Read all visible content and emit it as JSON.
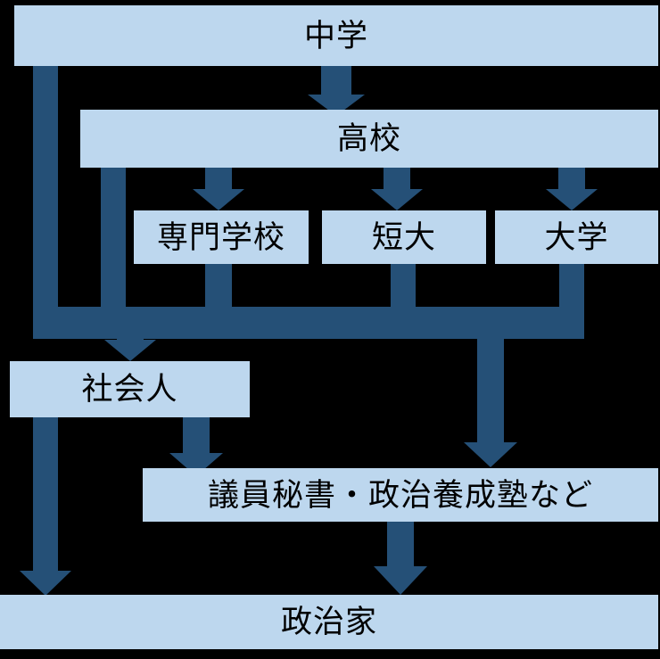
{
  "diagram": {
    "type": "flowchart",
    "title": "",
    "orientation": "top-to-bottom",
    "colors": {
      "node_fill": "#bdd7ee",
      "node_text": "#000000",
      "edge": "#255077",
      "background": "#000000"
    },
    "nodes": [
      {
        "id": "chugaku",
        "label": "中学"
      },
      {
        "id": "koko",
        "label": "高校"
      },
      {
        "id": "senmon",
        "label": "専門学校"
      },
      {
        "id": "tandai",
        "label": "短大"
      },
      {
        "id": "daigaku",
        "label": "大学"
      },
      {
        "id": "shakaijin",
        "label": "社会人"
      },
      {
        "id": "giin",
        "label": "議員秘書・政治養成塾など"
      },
      {
        "id": "seijika",
        "label": "政治家"
      }
    ],
    "edges": [
      {
        "from": "chugaku",
        "to": "koko"
      },
      {
        "from": "chugaku",
        "to": "shakaijin"
      },
      {
        "from": "koko",
        "to": "senmon"
      },
      {
        "from": "koko",
        "to": "tandai"
      },
      {
        "from": "koko",
        "to": "daigaku"
      },
      {
        "from": "senmon",
        "to": "shakaijin"
      },
      {
        "from": "tandai",
        "to": "shakaijin"
      },
      {
        "from": "daigaku",
        "to": "shakaijin"
      },
      {
        "from": "daigaku",
        "to": "giin"
      },
      {
        "from": "shakaijin",
        "to": "giin"
      },
      {
        "from": "shakaijin",
        "to": "seijika"
      },
      {
        "from": "giin",
        "to": "seijika"
      }
    ]
  }
}
